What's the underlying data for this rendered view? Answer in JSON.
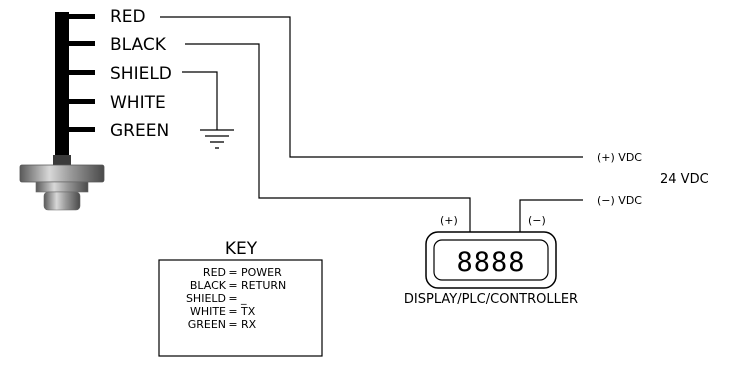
{
  "wires": {
    "red": "RED",
    "black": "BLACK",
    "shield": "SHIELD",
    "white": "WHITE",
    "green": "GREEN"
  },
  "supply": {
    "plus": "(+) VDC",
    "minus": "(−) VDC",
    "voltage": "24 VDC"
  },
  "display": {
    "plus_terminal": "(+)",
    "minus_terminal": "(−)",
    "readout": "8888",
    "label": "DISPLAY/PLC/CONTROLLER"
  },
  "key": {
    "title": "KEY",
    "rows": [
      {
        "name": "RED",
        "eq": "=",
        "meaning": "POWER"
      },
      {
        "name": "BLACK",
        "eq": "=",
        "meaning": "RETURN"
      },
      {
        "name": "SHIELD",
        "eq": "=",
        "meaning": "_"
      },
      {
        "name": "WHITE",
        "eq": "=",
        "meaning": "TX"
      },
      {
        "name": "GREEN",
        "eq": "=",
        "meaning": "RX"
      }
    ]
  }
}
